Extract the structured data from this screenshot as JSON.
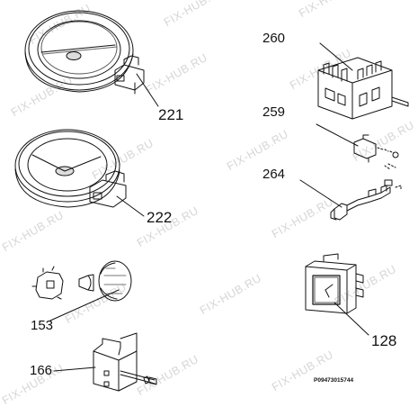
{
  "watermark": "FIX-HUB.RU",
  "parts": [
    {
      "id": "221",
      "label": "221"
    },
    {
      "id": "222",
      "label": "222"
    },
    {
      "id": "153",
      "label": "153"
    },
    {
      "id": "166",
      "label": "166"
    },
    {
      "id": "260",
      "label": "260"
    },
    {
      "id": "259",
      "label": "259"
    },
    {
      "id": "264",
      "label": "264"
    },
    {
      "id": "128",
      "label": "128"
    }
  ],
  "diagram_code": "P09473015744",
  "colors": {
    "line": "#111111",
    "watermark": "#c9c9c9"
  }
}
